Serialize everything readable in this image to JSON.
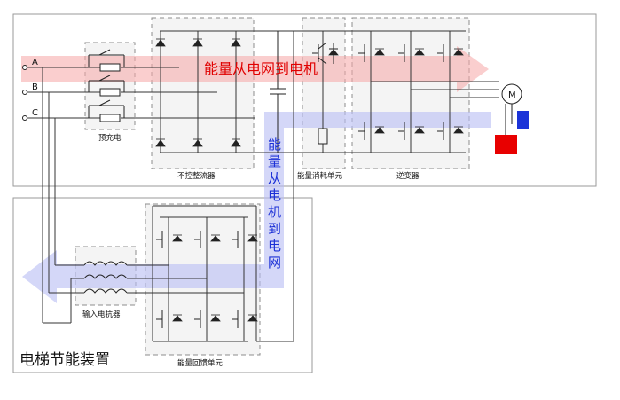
{
  "diagram": {
    "title": "电梯节能装置",
    "phases": [
      "A",
      "B",
      "C"
    ],
    "motor_label": "M",
    "blocks": {
      "precharge": "预充电",
      "rectifier": "不控整流器",
      "braking_unit": "能量消耗单元",
      "inverter": "逆变器",
      "input_reactor": "输入电抗器",
      "regen_unit": "能量回馈单元"
    },
    "flows": {
      "grid_to_motor": "能量从电网到电机",
      "motor_to_grid": [
        "能",
        "量",
        "从",
        "电",
        "机",
        "到",
        "电",
        "网"
      ]
    },
    "colors": {
      "forward_arrow": "#f6a5a5",
      "reverse_arrow": "#b8bdf4",
      "forward_text": "#e00000",
      "reverse_text": "#1a2fd6",
      "red_box": "#e80000",
      "blue_box": "#1b33d8"
    }
  }
}
